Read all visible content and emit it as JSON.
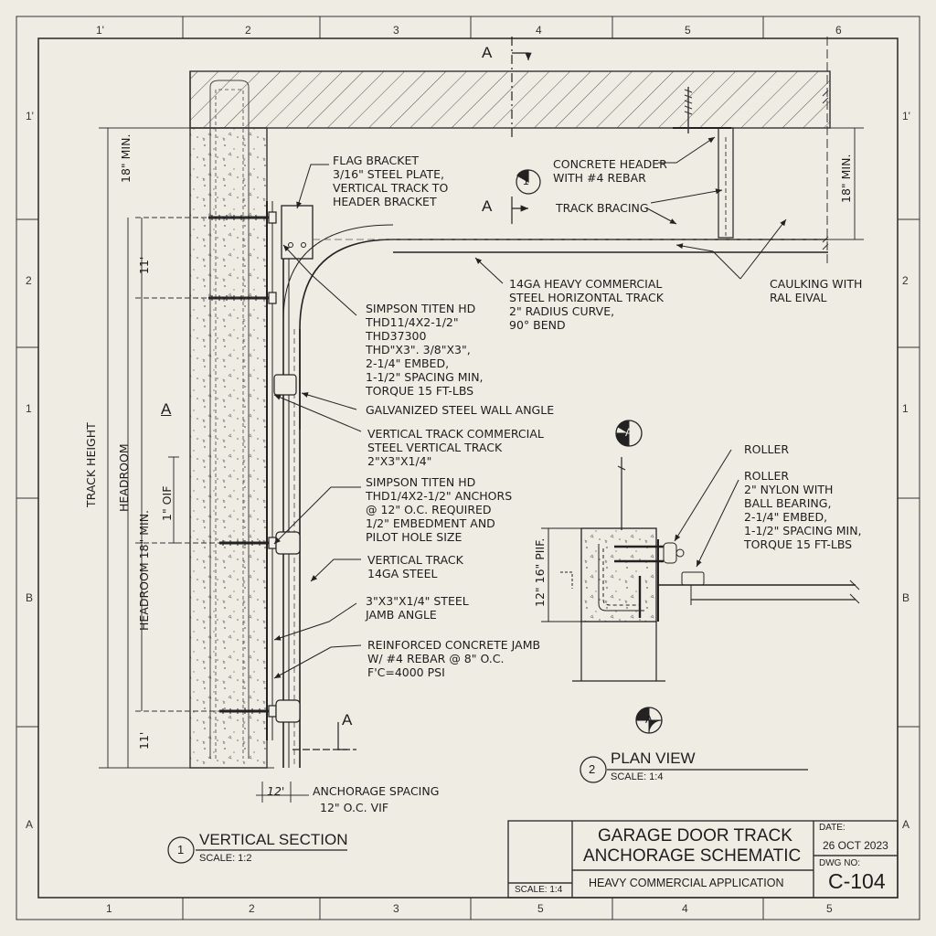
{
  "grid": {
    "top": [
      "1'",
      "2",
      "3",
      "4",
      "5",
      "6"
    ],
    "bottom": [
      "1",
      "2",
      "3",
      "5",
      "4",
      "5"
    ],
    "left": [
      "1'",
      "2",
      "1",
      "B",
      "A"
    ],
    "right": [
      "1'",
      "2",
      "1",
      "B",
      "A"
    ]
  },
  "section_marks": {
    "a_top": "A",
    "a_mid": "A",
    "a_left": "A",
    "a_bottom": "A",
    "a_plan_top": "A",
    "a_plan_bottom": "A",
    "detail_1": "1"
  },
  "callouts": {
    "flag_bracket": "FLAG BRACKET\n3/16\" STEEL PLATE,\nVERTICAL TRACK TO\nHEADER BRACKET",
    "concrete_header": "CONCRETE HEADER\nWITH #4 REBAR",
    "track_bracing": "TRACK BRACING",
    "caulking": "CAULKING WITH\nRAL EIVAL",
    "horizontal_track": "14GA HEAVY COMMERCIAL\nSTEEL HORIZONTAL TRACK\n2\" RADIUS CURVE,\n90° BEND",
    "anchor_top": "SIMPSON TITEN HD\nTHD11/4x2-1/2\"\nTHD37300\nTHD\"x3\". 3/8\"x3\",\n2-1/4\" EMBED,\n1-1/2\" SPACING MIN,\nTORQUE 15 FT-LBS",
    "wall_angle": "GALVANIZED STEEL WALL ANGLE",
    "vertical_track_commercial": "VERTICAL TRACK COMMERCIAL\nSTEEL VERTICAL TRACK\n2\"x3\"x1/4\"",
    "anchor_mid": "SIMPSON TITEN HD\nTHD1/4x2-1/2\" ANCHORS\n@ 12\" O.C. REQUIRED\n1/2\" EMBEDMENT AND\nPILOT HOLE SIZE",
    "vertical_track": "VERTICAL TRACK\n14GA STEEL",
    "jamb_angle": "3\"x3\"x1/4\" STEEL\nJAMB ANGLE",
    "reinforced_jamb": "REINFORCED CONCRETE JAMB\nw/ #4 REBAR @ 8\" O.C.\nf'c=4000 PSI",
    "roller_1": "ROLLER",
    "roller_2": "ROLLER\n2\" NYLON WITH\nBALL BEARING,\n2-1/4\" EMBED,\n1-1/2\" SPACING MIN,\nTORQUE 15 FT-LBS"
  },
  "dimensions": {
    "min_18_left": "18\" MIN.",
    "min_18_right": "18\" MIN.",
    "dim_11_top": "11'",
    "dim_11_bottom": "11'",
    "track_height": "TRACK HEIGHT",
    "headroom": "HEADROOM",
    "headroom_min": "HEADROOM 18\" MIN.",
    "vif_1": "1\" OIF",
    "plan_dim": "12\" 16\" PIIF.",
    "spacing_12": "12'",
    "anchorage_spacing": "ANCHORAGE SPACING",
    "oc_vif": "12\" O.C. VIF"
  },
  "views": {
    "vertical_section": {
      "number": "1",
      "title": "VERTICAL SECTION",
      "scale": "SCALE: 1:2"
    },
    "plan_view": {
      "number": "2",
      "title": "PLAN VIEW",
      "scale": "SCALE: 1:4"
    }
  },
  "title_block": {
    "scale": "SCALE: 1:4",
    "title_line1": "GARAGE DOOR TRACK",
    "title_line2": "ANCHORAGE SCHEMATIC",
    "subtitle": "HEAVY COMMERCIAL APPLICATION",
    "date_label": "DATE:",
    "date": "26 OCT 2023",
    "dwg_label": "DWG NO:",
    "dwg_no": "C-104"
  }
}
